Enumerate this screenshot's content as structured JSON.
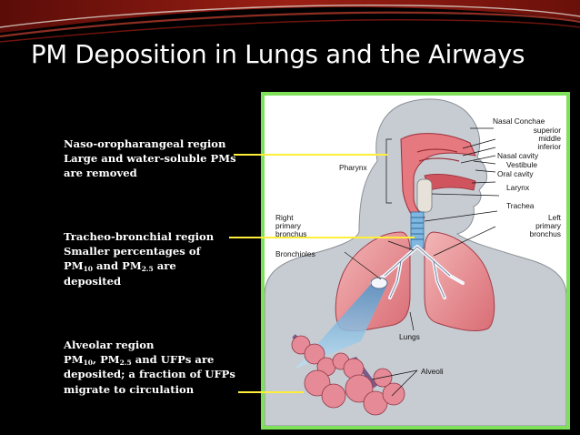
{
  "slide": {
    "title": "PM Deposition in Lungs and the Airways",
    "accent_color": "#ffef3a",
    "frame_color": "#7fe05a",
    "header_swoosh_color": "#8b1a12"
  },
  "regions": [
    {
      "name": "Naso-oropharangeal region",
      "line2": "Large and water-soluble PMs",
      "line3": "are removed"
    },
    {
      "name": "Tracheo-bronchial region",
      "line2": "Smaller percentages of",
      "line3_a": "PM",
      "line3_sub1": "10",
      "line3_b": " and PM",
      "line3_sub2": "2.5",
      "line3_c": " are",
      "line4": "deposited"
    },
    {
      "name": "Alveolar region",
      "line2_a": "PM",
      "line2_sub1": "10",
      "line2_b": ", PM",
      "line2_sub2": "2.5",
      "line2_c": " and UFPs are",
      "line3": "deposited; a fraction of UFPs",
      "line4": "migrate to circulation"
    }
  ],
  "diagram_labels": {
    "nasal_conchae": "Nasal Conchae",
    "superior": "superior",
    "middle": "middle",
    "inferior": "inferior",
    "nasal_cavity": "Nasal cavity",
    "vestibule": "Vestibule",
    "oral_cavity": "Oral cavity",
    "larynx": "Larynx",
    "trachea": "Trachea",
    "pharynx": "Pharynx",
    "right_primary_bronchus_1": "Right",
    "right_primary_bronchus_2": "primary",
    "right_primary_bronchus_3": "bronchus",
    "left_primary_bronchus_1": "Left",
    "left_primary_bronchus_2": "primary",
    "left_primary_bronchus_3": "bronchus",
    "bronchioles": "Bronchioles",
    "lungs": "Lungs",
    "alveoli": "Alveoli"
  }
}
